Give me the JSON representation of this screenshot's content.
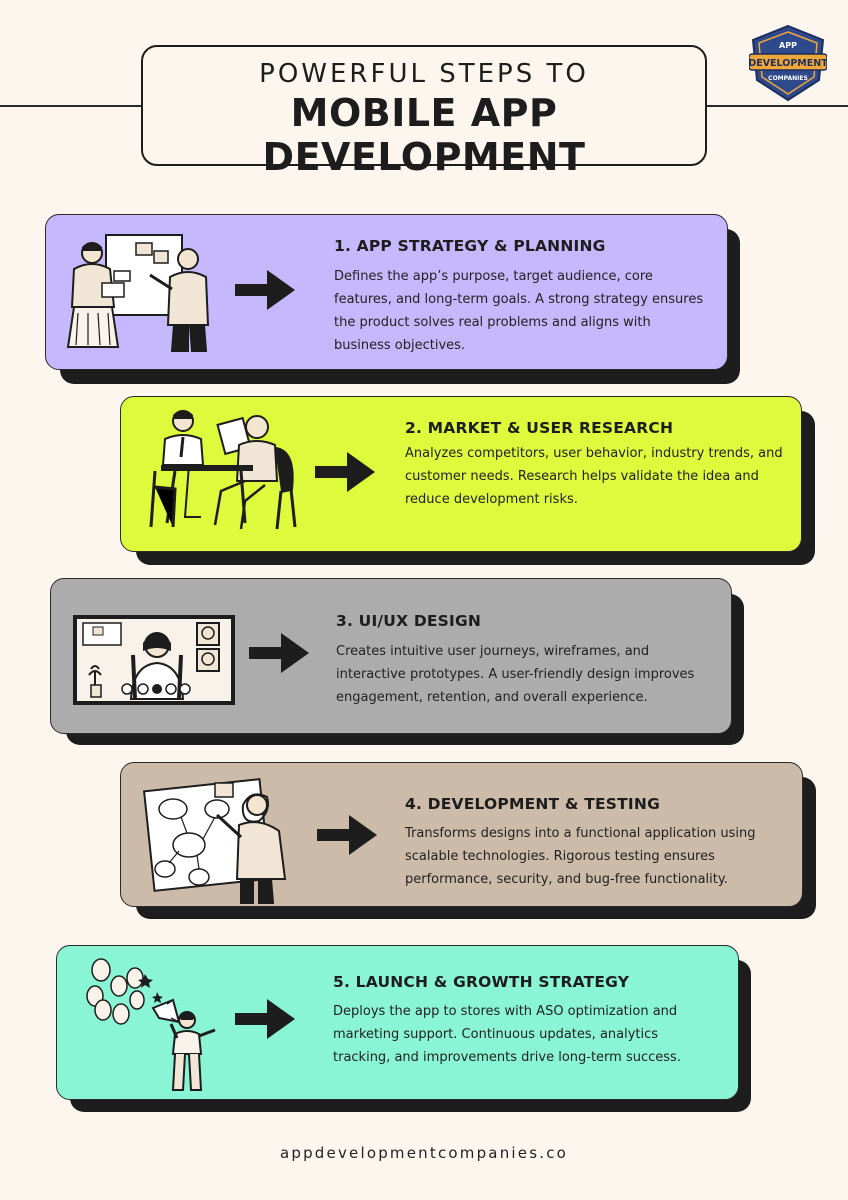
{
  "header": {
    "title_top": "POWERFUL STEPS TO",
    "title_main": "MOBILE APP DEVELOPMENT",
    "logo": {
      "line1": "APP",
      "line2": "DEVELOPMENT",
      "line3": "COMPANIES",
      "icon": "shield-badge-icon",
      "color_primary": "#2f4a8c",
      "color_accent": "#f0a73a"
    }
  },
  "steps": [
    {
      "title": "1. APP STRATEGY & PLANNING",
      "description": "Defines the app’s purpose, target audience, core features, and long-term goals. A strong strategy ensures the product solves real problems and aligns with business objectives.",
      "color": "#c6b8fc",
      "illustration": "planning-whiteboard-illustration"
    },
    {
      "title": "2. MARKET & USER RESEARCH",
      "description": "Analyzes competitors, user behavior, industry trends, and customer needs. Research helps validate the idea and reduce development risks.",
      "color": "#ddfa3c",
      "illustration": "interview-table-illustration"
    },
    {
      "title": "3. UI/UX DESIGN",
      "description": "Creates intuitive user journeys, wireframes, and interactive prototypes. A user-friendly design improves engagement, retention, and overall experience.",
      "color": "#acacac",
      "illustration": "video-call-screen-illustration"
    },
    {
      "title": "4. DEVELOPMENT & TESTING",
      "description": "Transforms designs into a functional application using scalable technologies. Rigorous testing ensures performance, security, and bug-free functionality.",
      "color": "#cbbba8",
      "illustration": "flowchart-board-illustration"
    },
    {
      "title": "5. LAUNCH & GROWTH STRATEGY",
      "description": "Deploys the app to stores with ASO optimization and marketing support. Continuous updates, analytics tracking, and improvements drive long-term success.",
      "color": "#8af5d5",
      "illustration": "megaphone-crowd-illustration"
    }
  ],
  "footer": {
    "url": "appdevelopmentcompanies.co"
  }
}
